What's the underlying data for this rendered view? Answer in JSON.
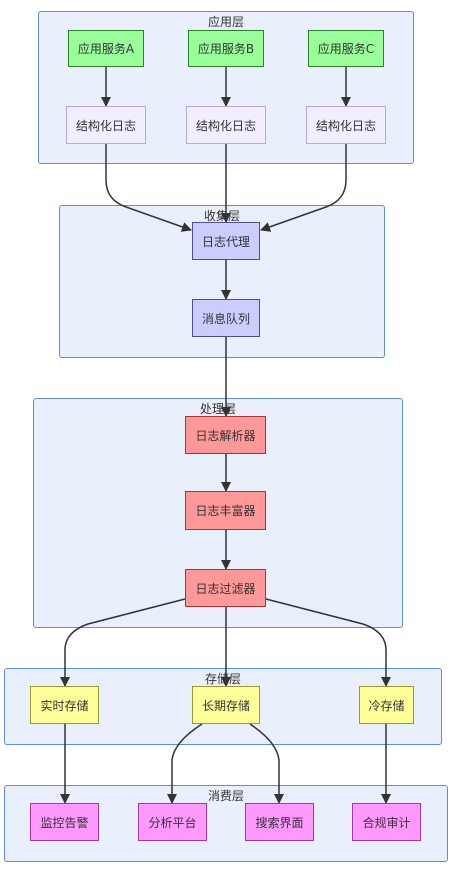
{
  "layers": {
    "app": "应用层",
    "collect": "收集层",
    "process": "处理层",
    "storage": "存储层",
    "consume": "消费层"
  },
  "nodes": {
    "service_a": "应用服务A",
    "service_b": "应用服务B",
    "service_c": "应用服务C",
    "log_a": "结构化日志",
    "log_b": "结构化日志",
    "log_c": "结构化日志",
    "agent": "日志代理",
    "queue": "消息队列",
    "parser": "日志解析器",
    "enricher": "日志丰富器",
    "filter": "日志过滤器",
    "realtime": "实时存储",
    "longterm": "长期存储",
    "cold": "冷存储",
    "alert": "监控告警",
    "analytics": "分析平台",
    "search": "搜索界面",
    "audit": "合规审计"
  },
  "colors": {
    "app_node": "#99ff99",
    "log_node": "#f2eefe",
    "collect_node": "#ccccff",
    "process_node": "#ff9999",
    "storage_node": "#ffff99",
    "consume_node": "#ff99ff",
    "layer_fill": "#e9f0fb",
    "edge": "#333333"
  }
}
